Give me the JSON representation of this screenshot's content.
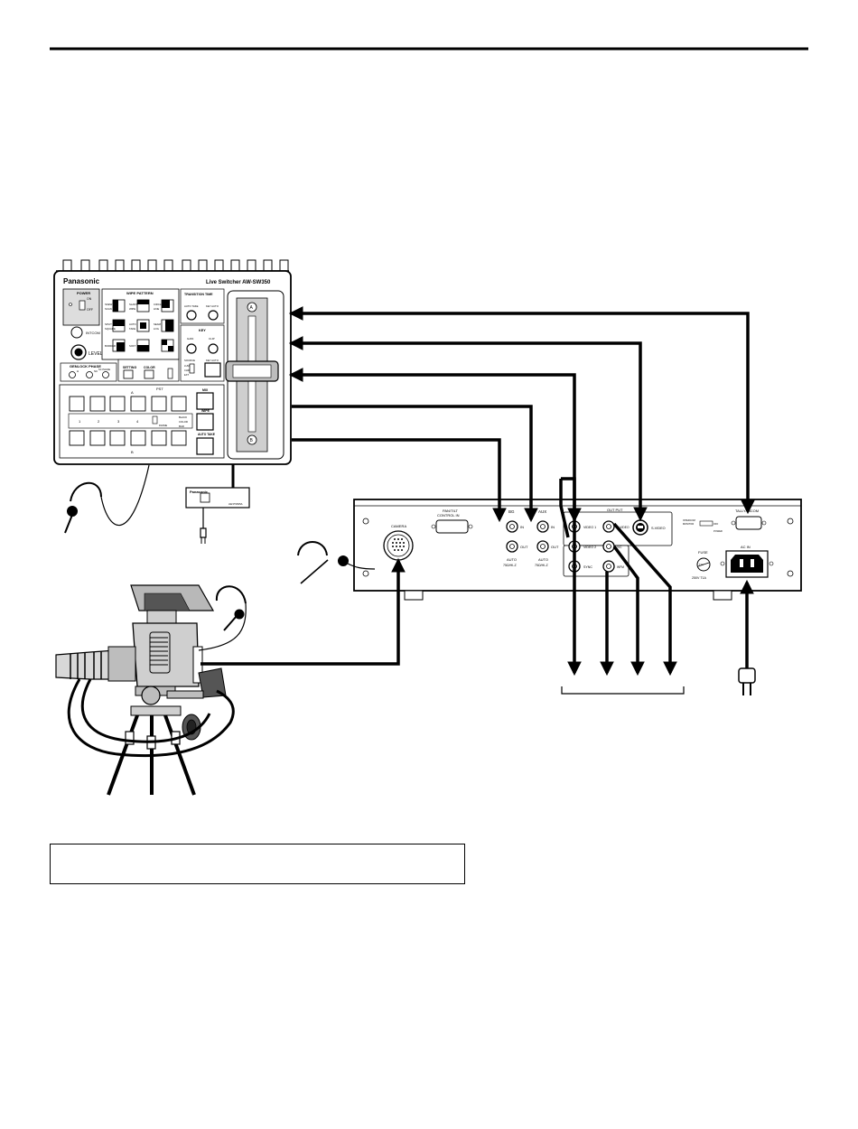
{
  "switcher": {
    "brand": "Panasonic",
    "model": "Live Switcher  AW-SW350",
    "power": {
      "title": "POWER",
      "on": "ON",
      "off": "OFF"
    },
    "intercom_label": "INTCOM",
    "level_label": "LEVEL",
    "genlock": {
      "title": "GENLOCK PHASE",
      "h": "H",
      "sc": "SC",
      "sc_phase": "SC PHASE"
    },
    "wipe_pattern": {
      "title": "WIPE PATTERN",
      "labels": [
        "SKEW",
        "SCAN",
        "SLANT",
        "WIPE",
        "CIRCLE",
        "LINE",
        "SPLIT",
        "SQUARE",
        "AUTO",
        "TAKE",
        "SEAM",
        "LOG",
        "BORDER",
        "SOFT"
      ]
    },
    "transition_time": {
      "title": "TRANSITION TIME",
      "auto_take": "AUTO TAKE",
      "key_auto": "KEY AUTO"
    },
    "key": {
      "title": "KEY",
      "gain": "GAIN",
      "clip": "CLIP",
      "source": "SOURCE",
      "key_auto": "KEY AUTO",
      "sources": [
        "LUM",
        "CHR",
        "EXT"
      ]
    },
    "setting": "SETTING",
    "color": "COLOR",
    "bus_a": "A",
    "bus_b": "B",
    "pst": "PST",
    "numbers": [
      "1",
      "2",
      "3",
      "4"
    ],
    "bus_side": [
      "BLACK",
      "COLOR",
      "BAR"
    ],
    "frame": "FRAME",
    "mix": "MIX",
    "wipe": "WIPE",
    "auto_take": "AUTO TAKE",
    "fader_a": "A",
    "fader_b": "B"
  },
  "intercom_box": {
    "brand": "Panasonic",
    "model": "AW-PS505A"
  },
  "rear_panel": {
    "pan_tilt": "PAN/TILT",
    "control_in": "CONTROL IN",
    "camera": "CAMERA",
    "bg": {
      "title": "BG",
      "in": "IN",
      "out": "OUT",
      "auto": "AUTO",
      "term": "75Ω/HI-Z"
    },
    "aux": {
      "title": "AUX",
      "in": "IN",
      "out": "OUT",
      "auto": "AUTO",
      "term": "75Ω/HI-Z"
    },
    "output": {
      "title": "OUT PUT",
      "video1": "VIDEO 1",
      "video2": "VIDEO 2",
      "sync": "SYNC",
      "svideo": "S-VIDEO",
      "svideo2": "S-VIDEO",
      "bnc1": "Y/C",
      "bnc2": "WFM"
    },
    "switch_lines": [
      "INTERCOM",
      "MONITOR",
      "OFF",
      "POWER"
    ],
    "tally": "TALLY/INCOM",
    "fuse": "FUSE",
    "fuse_rating": "250V T1A",
    "fuse_value": "T1A",
    "ac_in": "AC IN"
  }
}
